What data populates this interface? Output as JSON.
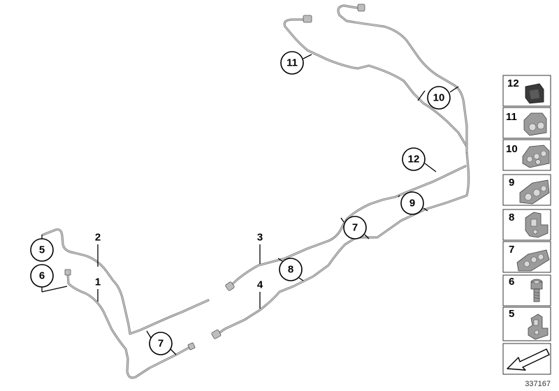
{
  "callouts": {
    "c5": "5",
    "c6": "6",
    "c2": "2",
    "c1": "1",
    "c7a": "7",
    "c3": "3",
    "c4": "4",
    "c8": "8",
    "c7b": "7",
    "c9": "9",
    "c12": "12",
    "c10": "10",
    "c11": "11"
  },
  "parts_legend": [
    {
      "number": "12",
      "icon": "grommet-icon"
    },
    {
      "number": "11",
      "icon": "double-pipe-clip-icon"
    },
    {
      "number": "10",
      "icon": "quad-pipe-clip-icon"
    },
    {
      "number": "9",
      "icon": "triple-pipe-clip-icon"
    },
    {
      "number": "8",
      "icon": "bracket-clip-icon"
    },
    {
      "number": "7",
      "icon": "multi-pipe-holder-icon"
    },
    {
      "number": "6",
      "icon": "hex-bolt-icon"
    },
    {
      "number": "5",
      "icon": "mounting-bracket-icon"
    },
    {
      "number": "",
      "icon": "installation-direction-arrow-icon"
    }
  ],
  "diagram_id": "337167"
}
